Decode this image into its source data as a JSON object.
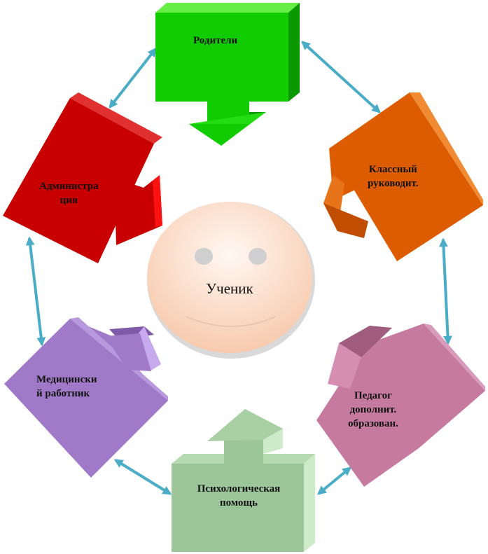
{
  "center": {
    "label": "Ученик"
  },
  "nodes": {
    "parents": {
      "label": "Родители",
      "color": "#11cc00"
    },
    "teacher": {
      "lines": [
        "Классный",
        "руководит."
      ],
      "color": "#dd5c00"
    },
    "edu": {
      "lines": [
        "Педагог",
        "дополнит.",
        "образован."
      ],
      "color": "#c77aa0"
    },
    "psych": {
      "lines": [
        "Психологическая",
        "помощь"
      ],
      "color": "#9dc59a"
    },
    "medic": {
      "lines": [
        "Медицински",
        "й работник"
      ],
      "color": "#a07ac8"
    },
    "admin": {
      "lines": [
        "Администра",
        "ция"
      ],
      "color": "#c80000"
    }
  },
  "colors": {
    "connector": "#4aacc6",
    "face": "#fbdccb",
    "eye": "#cfcfcf"
  }
}
